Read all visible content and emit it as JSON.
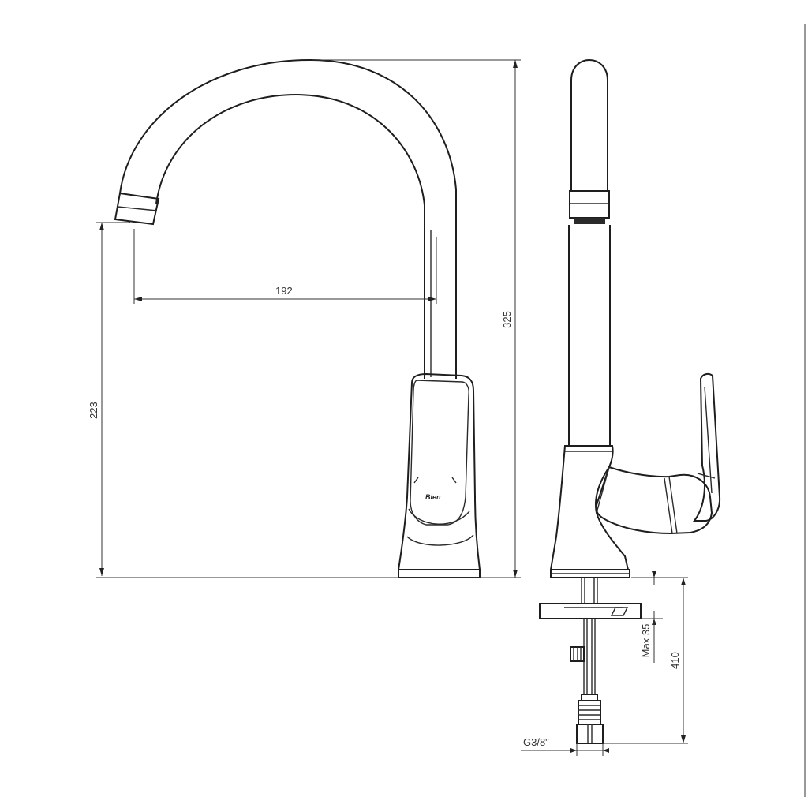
{
  "dimensions": {
    "spout_reach": "192",
    "spout_height": "223",
    "total_height": "325",
    "max_deck_thickness": "Max 35",
    "hose_length": "410",
    "connection_thread": "G3/8\""
  },
  "logo_text": "Bien"
}
